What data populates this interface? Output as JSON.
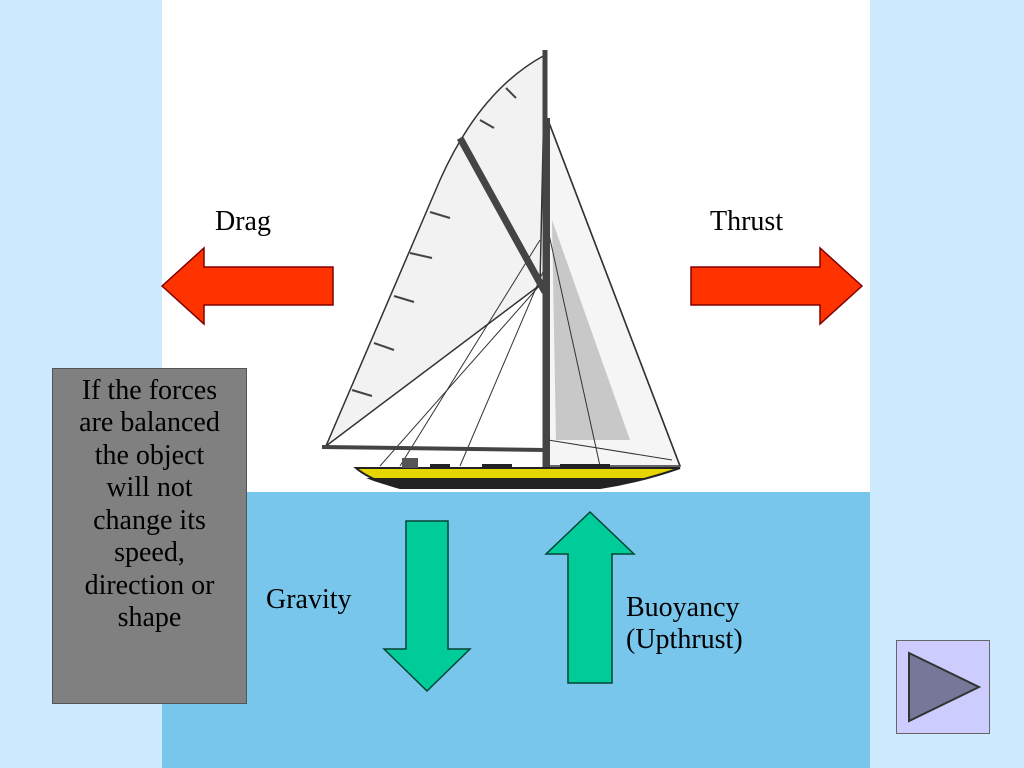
{
  "forces": {
    "drag": "Drag",
    "thrust": "Thrust",
    "gravity": "Gravity",
    "buoyancy_line1": "Buoyancy",
    "buoyancy_line2": "(Upthrust)"
  },
  "info": {
    "line1": "If the forces",
    "line2": "are balanced",
    "line3": "the object",
    "line4": "will not",
    "line5": "change its",
    "line6": "speed,",
    "line7": "direction or",
    "line8": "shape"
  },
  "colors": {
    "horizontal_arrow": "#ff3300",
    "vertical_arrow": "#00cc99",
    "water": "#79c6ec",
    "background": "#cce9fd"
  },
  "icons": {
    "next": "play-triangle-icon",
    "boat": "sailboat-icon"
  }
}
